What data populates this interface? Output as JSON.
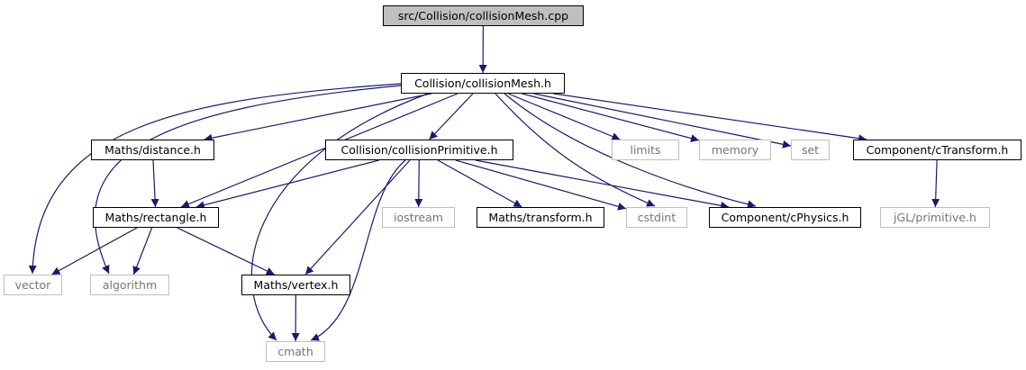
{
  "diagram": {
    "edge_color": "#191970",
    "nodes": {
      "root": {
        "label": "src/Collision/collisionMesh.cpp",
        "kind": "root"
      },
      "collisionMesh": {
        "label": "Collision/collisionMesh.h",
        "kind": "local"
      },
      "distance": {
        "label": "Maths/distance.h",
        "kind": "local"
      },
      "collisionPrimitive": {
        "label": "Collision/collisionPrimitive.h",
        "kind": "local"
      },
      "limits": {
        "label": "limits",
        "kind": "system"
      },
      "memory": {
        "label": "memory",
        "kind": "system"
      },
      "set": {
        "label": "set",
        "kind": "system"
      },
      "cTransform": {
        "label": "Component/cTransform.h",
        "kind": "local"
      },
      "rectangle": {
        "label": "Maths/rectangle.h",
        "kind": "local"
      },
      "iostream": {
        "label": "iostream",
        "kind": "system"
      },
      "transform": {
        "label": "Maths/transform.h",
        "kind": "local"
      },
      "cstdint": {
        "label": "cstdint",
        "kind": "system"
      },
      "cPhysics": {
        "label": "Component/cPhysics.h",
        "kind": "local"
      },
      "primitive": {
        "label": "jGL/primitive.h",
        "kind": "system"
      },
      "vector": {
        "label": "vector",
        "kind": "system"
      },
      "algorithm": {
        "label": "algorithm",
        "kind": "system"
      },
      "vertex": {
        "label": "Maths/vertex.h",
        "kind": "local"
      },
      "cmath": {
        "label": "cmath",
        "kind": "system"
      }
    },
    "edges": [
      [
        "root",
        "collisionMesh"
      ],
      [
        "collisionMesh",
        "distance"
      ],
      [
        "collisionMesh",
        "collisionPrimitive"
      ],
      [
        "collisionMesh",
        "limits"
      ],
      [
        "collisionMesh",
        "memory"
      ],
      [
        "collisionMesh",
        "set"
      ],
      [
        "collisionMesh",
        "cTransform"
      ],
      [
        "collisionMesh",
        "rectangle"
      ],
      [
        "collisionMesh",
        "vector"
      ],
      [
        "collisionMesh",
        "algorithm"
      ],
      [
        "collisionMesh",
        "cmath"
      ],
      [
        "collisionMesh",
        "cstdint"
      ],
      [
        "collisionMesh",
        "cPhysics"
      ],
      [
        "distance",
        "rectangle"
      ],
      [
        "collisionPrimitive",
        "rectangle"
      ],
      [
        "collisionPrimitive",
        "iostream"
      ],
      [
        "collisionPrimitive",
        "transform"
      ],
      [
        "collisionPrimitive",
        "cstdint"
      ],
      [
        "collisionPrimitive",
        "cPhysics"
      ],
      [
        "collisionPrimitive",
        "vertex"
      ],
      [
        "collisionPrimitive",
        "cmath"
      ],
      [
        "cTransform",
        "primitive"
      ],
      [
        "rectangle",
        "vector"
      ],
      [
        "rectangle",
        "algorithm"
      ],
      [
        "rectangle",
        "vertex"
      ],
      [
        "vertex",
        "cmath"
      ]
    ]
  }
}
